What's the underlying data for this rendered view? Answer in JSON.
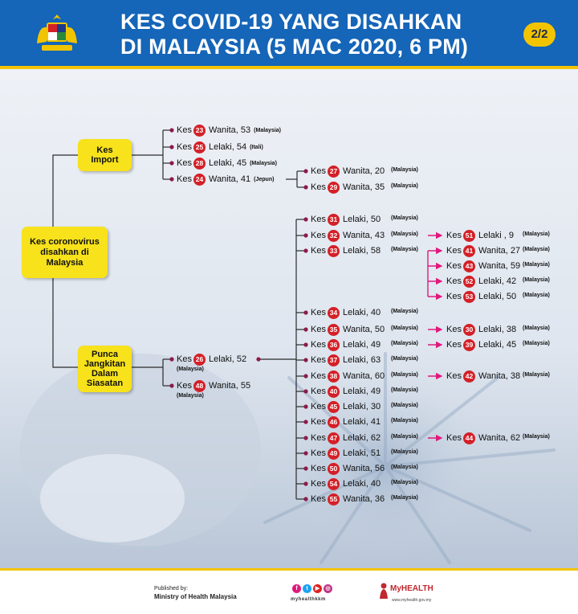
{
  "header": {
    "title_line1": "KES COVID-19 YANG DISAHKAN",
    "title_line2": "DI MALAYSIA (5 MAC 2020, 6 PM)",
    "page": "2/2"
  },
  "colors": {
    "header_blue": "#1565b8",
    "accent_yellow": "#f7e21b",
    "case_red": "#d42027",
    "arrow_pink": "#e0197d",
    "connector_purple": "#8b1a4a"
  },
  "diagram": {
    "root": {
      "line1": "Kes coronovirus",
      "line2": "disahkan di",
      "line3": "Malaysia"
    },
    "import_box": {
      "line1": "Kes",
      "line2": "Import"
    },
    "punca_box": {
      "line1": "Punca",
      "line2": "Jangkitan",
      "line3": "Dalam",
      "line4": "Siasatan"
    },
    "kes_label": "Kes",
    "import_cases": [
      {
        "num": "23",
        "desc": "Wanita, 53",
        "nat": "(Malaysia)"
      },
      {
        "num": "25",
        "desc": "Lelaki, 54",
        "nat": "(Itali)"
      },
      {
        "num": "28",
        "desc": "Lelaki, 45",
        "nat": "(Malaysia)"
      },
      {
        "num": "24",
        "desc": "Wanita, 41",
        "nat": "(Jepun)"
      }
    ],
    "import_contacts": [
      {
        "num": "27",
        "desc": "Wanita, 20",
        "nat": "(Malaysia)"
      },
      {
        "num": "29",
        "desc": "Wanita, 35",
        "nat": "(Malaysia)"
      }
    ],
    "punca_cases": [
      {
        "num": "26",
        "desc": "Lelaki, 52",
        "nat": "(Malaysia)"
      },
      {
        "num": "48",
        "desc": "Wanita, 55",
        "nat": "(Malaysia)"
      }
    ],
    "cluster_cases": [
      {
        "num": "31",
        "desc": "Lelaki, 50",
        "nat": "(Malaysia)"
      },
      {
        "num": "32",
        "desc": "Wanita, 43",
        "nat": "(Malaysia)"
      },
      {
        "num": "33",
        "desc": "Lelaki, 58",
        "nat": "(Malaysia)"
      },
      {
        "num": "34",
        "desc": "Lelaki, 40",
        "nat": "(Malaysia)"
      },
      {
        "num": "35",
        "desc": "Wanita, 50",
        "nat": "(Malaysia)"
      },
      {
        "num": "36",
        "desc": "Lelaki, 49",
        "nat": "(Malaysia)"
      },
      {
        "num": "37",
        "desc": "Lelaki, 63",
        "nat": "(Malaysia)"
      },
      {
        "num": "38",
        "desc": "Wanita, 60",
        "nat": "(Malaysia)"
      },
      {
        "num": "40",
        "desc": "Lelaki, 49",
        "nat": "(Malaysia)"
      },
      {
        "num": "45",
        "desc": "Lelaki, 30",
        "nat": "(Malaysia)"
      },
      {
        "num": "46",
        "desc": "Lelaki, 41",
        "nat": "(Malaysia)"
      },
      {
        "num": "47",
        "desc": "Lelaki, 62",
        "nat": "(Malaysia)"
      },
      {
        "num": "49",
        "desc": "Lelaki, 51",
        "nat": "(Malaysia)"
      },
      {
        "num": "50",
        "desc": "Wanita, 56",
        "nat": "(Malaysia)"
      },
      {
        "num": "54",
        "desc": "Lelaki, 40",
        "nat": "(Malaysia)"
      },
      {
        "num": "55",
        "desc": "Wanita, 36",
        "nat": "(Malaysia)"
      }
    ],
    "secondary_cases": [
      {
        "num": "51",
        "desc": "Lelaki , 9",
        "nat": "(Malaysia)"
      },
      {
        "num": "41",
        "desc": "Wanita, 27",
        "nat": "(Malaysia)"
      },
      {
        "num": "43",
        "desc": "Wanita, 59",
        "nat": "(Malaysia)"
      },
      {
        "num": "52",
        "desc": "Lelaki, 42",
        "nat": "(Malaysia)"
      },
      {
        "num": "53",
        "desc": "Lelaki, 50",
        "nat": "(Malaysia)"
      },
      {
        "num": "30",
        "desc": "Lelaki, 38",
        "nat": "(Malaysia)"
      },
      {
        "num": "39",
        "desc": "Lelaki, 45",
        "nat": "(Malaysia)"
      },
      {
        "num": "42",
        "desc": "Wanita, 38",
        "nat": "(Malaysia)"
      },
      {
        "num": "44",
        "desc": "Wanita, 62",
        "nat": "(Malaysia)"
      }
    ]
  },
  "footer": {
    "published_by": "Published by:",
    "publisher": "Ministry of Health Malaysia",
    "social_handle": "myhealthkkm",
    "myhealth_logo": "MyHEALTH",
    "myhealth_site": "www.myhealth.gov.my"
  }
}
